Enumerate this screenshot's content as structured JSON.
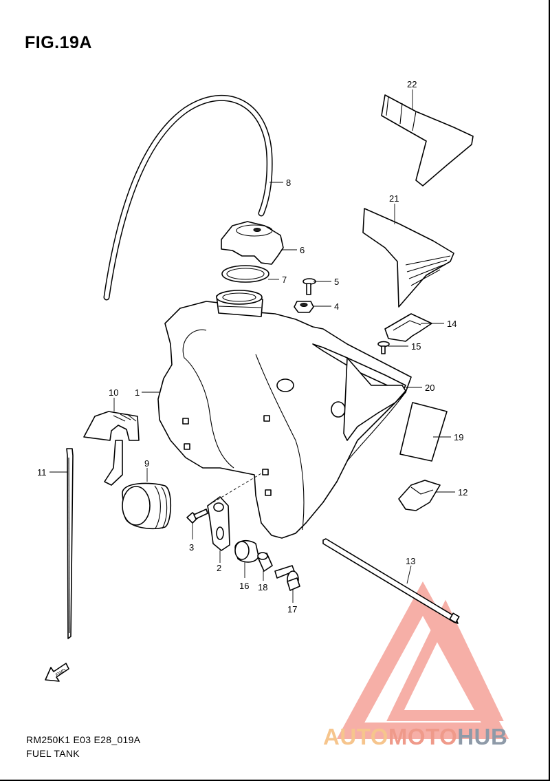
{
  "figure": {
    "title": "FIG.19A"
  },
  "footer": {
    "code": "RM250K1 E03 E28_019A",
    "name": "FUEL TANK"
  },
  "fwd_label": "FWD",
  "watermark": {
    "part1": "AUTO",
    "part2": "MOTO",
    "part3": "HUB"
  },
  "callouts": [
    {
      "id": "c1",
      "label": "1"
    },
    {
      "id": "c2",
      "label": "2"
    },
    {
      "id": "c3",
      "label": "3"
    },
    {
      "id": "c4",
      "label": "4"
    },
    {
      "id": "c5",
      "label": "5"
    },
    {
      "id": "c6",
      "label": "6"
    },
    {
      "id": "c7",
      "label": "7"
    },
    {
      "id": "c8",
      "label": "8"
    },
    {
      "id": "c9",
      "label": "9"
    },
    {
      "id": "c10",
      "label": "10"
    },
    {
      "id": "c11",
      "label": "11"
    },
    {
      "id": "c12",
      "label": "12"
    },
    {
      "id": "c13",
      "label": "13"
    },
    {
      "id": "c14",
      "label": "14"
    },
    {
      "id": "c15",
      "label": "15"
    },
    {
      "id": "c16",
      "label": "16"
    },
    {
      "id": "c17",
      "label": "17"
    },
    {
      "id": "c18",
      "label": "18"
    },
    {
      "id": "c19",
      "label": "19"
    },
    {
      "id": "c20",
      "label": "20"
    },
    {
      "id": "c21",
      "label": "21"
    },
    {
      "id": "c22",
      "label": "22"
    }
  ],
  "colors": {
    "line": "#000000",
    "watermark_orange": "#f6c58d",
    "watermark_red": "#ef8f80",
    "watermark_gray": "#8e9aa8"
  }
}
